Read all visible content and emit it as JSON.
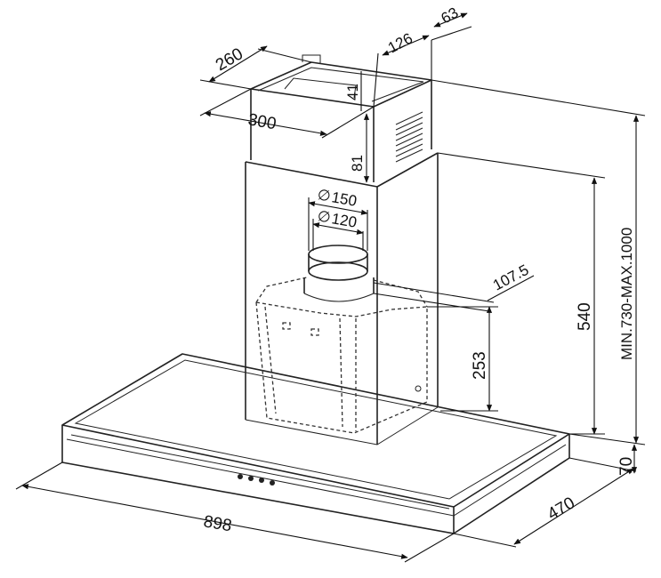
{
  "dimensions": {
    "width_total": "898",
    "depth_total": "470",
    "canopy_height": "70",
    "chimney_height": "MIN.730-MAX.1000",
    "chimney_lower": "540",
    "motor_height": "253",
    "outlet_offset": "107.5",
    "outlet_outer_dia": "150",
    "outlet_inner_dia": "120",
    "chimney_width": "300",
    "chimney_depth": "260",
    "bracket_offset": "126",
    "bracket_depth": "63",
    "bracket_height": "81",
    "bracket_small": "41"
  },
  "symbols": {
    "diameter": "∅"
  },
  "controls": {
    "button_count": 4
  }
}
